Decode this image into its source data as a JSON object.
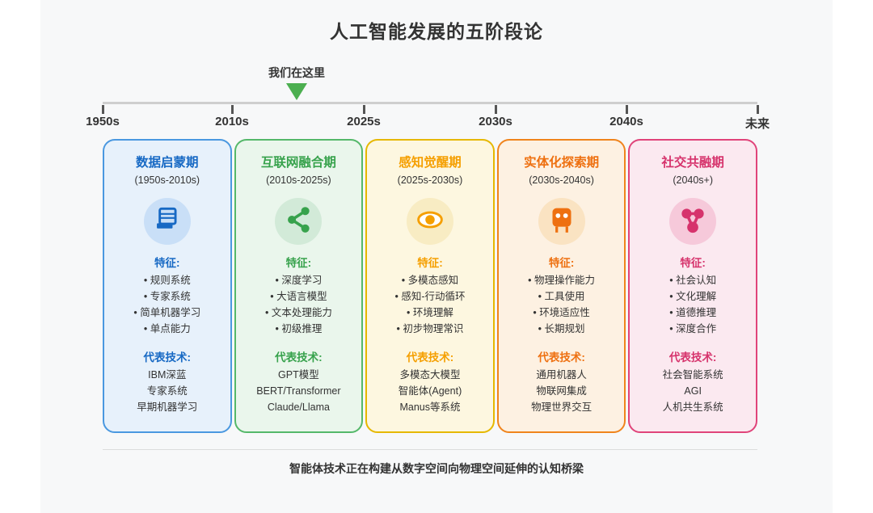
{
  "title": "人工智能发展的五阶段论",
  "timeline": {
    "marker_label": "我们在这里",
    "marker_color": "#4caf50",
    "line_color": "#cfcfcf",
    "ticks": [
      "1950s",
      "2010s",
      "2025s",
      "2030s",
      "2040s",
      "未来"
    ]
  },
  "section_labels": {
    "features": "特征:",
    "tech": "代表技术:"
  },
  "cards": [
    {
      "title": "数据启蒙期",
      "period": "(1950s-2010s)",
      "icon": "database-icon",
      "colors": {
        "accent": "#1769c4",
        "border": "#4a98e0",
        "background": "#e7f1fb",
        "icon_bg": "#c9dff7"
      },
      "features_label": "特征:",
      "features": [
        "规则系统",
        "专家系统",
        "简单机器学习",
        "单点能力"
      ],
      "tech_label": "代表技术:",
      "tech": [
        "IBM深蓝",
        "专家系统",
        "早期机器学习"
      ]
    },
    {
      "title": "互联网融合期",
      "period": "(2010s-2025s)",
      "icon": "share-network-icon",
      "colors": {
        "accent": "#37a24c",
        "border": "#55b86a",
        "background": "#eaf6ec",
        "icon_bg": "#d2ead8"
      },
      "features_label": "特征:",
      "features": [
        "深度学习",
        "大语言模型",
        "文本处理能力",
        "初级推理"
      ],
      "tech_label": "代表技术:",
      "tech": [
        "GPT模型",
        "BERT/Transformer",
        "Claude/Llama"
      ]
    },
    {
      "title": "感知觉醒期",
      "period": "(2025s-2030s)",
      "icon": "eye-icon",
      "colors": {
        "accent": "#f59f00",
        "border": "#e6b800",
        "background": "#fdf7e0",
        "icon_bg": "#f8ecc3"
      },
      "features_label": "特征:",
      "features": [
        "多模态感知",
        "感知-行动循环",
        "环境理解",
        "初步物理常识"
      ],
      "tech_label": "代表技术:",
      "tech": [
        "多模态大模型",
        "智能体(Agent)",
        "Manus等系统"
      ]
    },
    {
      "title": "实体化探索期",
      "period": "(2030s-2040s)",
      "icon": "robot-icon",
      "colors": {
        "accent": "#ee7010",
        "border": "#f0841c",
        "background": "#fdf1e2",
        "icon_bg": "#fae3c2"
      },
      "features_label": "特征:",
      "features": [
        "物理操作能力",
        "工具使用",
        "环境适应性",
        "长期规划"
      ],
      "tech_label": "代表技术:",
      "tech": [
        "通用机器人",
        "物联网集成",
        "物理世界交互"
      ]
    },
    {
      "title": "社交共融期",
      "period": "(2040s+)",
      "icon": "network-nodes-icon",
      "colors": {
        "accent": "#d6336c",
        "border": "#e0447a",
        "background": "#fbe9f0",
        "icon_bg": "#f6c9da"
      },
      "features_label": "特征:",
      "features": [
        "社会认知",
        "文化理解",
        "道德推理",
        "深度合作"
      ],
      "tech_label": "代表技术:",
      "tech": [
        "社会智能系统",
        "AGI",
        "人机共生系统"
      ]
    }
  ],
  "footer": "智能体技术正在构建从数字空间向物理空间延伸的认知桥梁"
}
